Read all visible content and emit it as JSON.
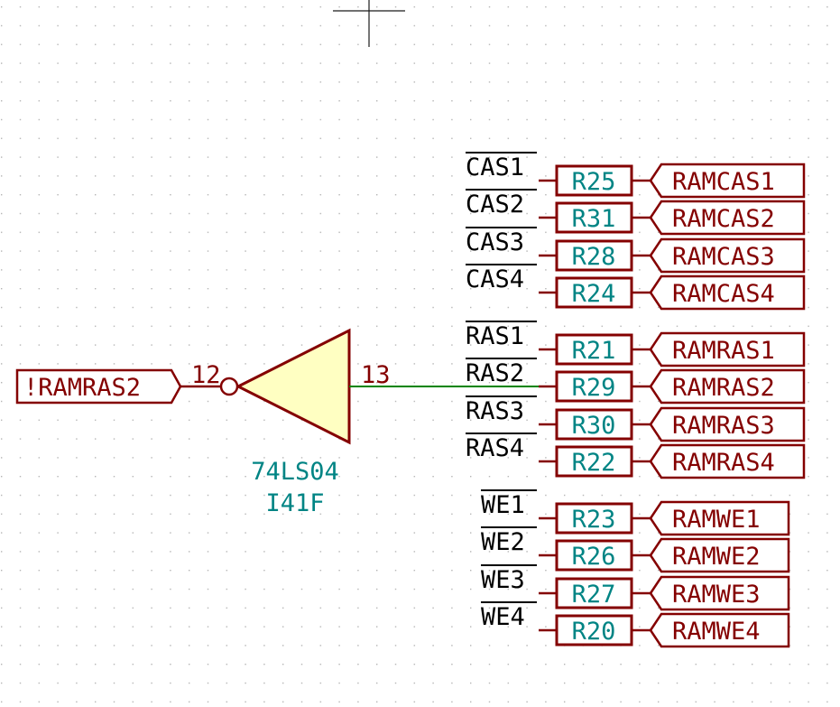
{
  "colors": {
    "background": "#ffffff",
    "grid": "#b4b4b4",
    "component": "#840000",
    "gate_fill": "#ffffc2",
    "reference": "#008484",
    "wire": "#008400",
    "cursor": "#1a1a1a"
  },
  "gate": {
    "value": "74LS04",
    "reference": "I41F",
    "input_pin": "12",
    "output_pin": "13"
  },
  "input_label": "!RAMRAS2",
  "rows": [
    {
      "signal": "CAS1",
      "resistor": "R25",
      "label": "RAMCAS1"
    },
    {
      "signal": "CAS2",
      "resistor": "R31",
      "label": "RAMCAS2"
    },
    {
      "signal": "CAS3",
      "resistor": "R28",
      "label": "RAMCAS3"
    },
    {
      "signal": "CAS4",
      "resistor": "R24",
      "label": "RAMCAS4"
    },
    {
      "signal": "RAS1",
      "resistor": "R21",
      "label": "RAMRAS1"
    },
    {
      "signal": "RAS2",
      "resistor": "R29",
      "label": "RAMRAS2"
    },
    {
      "signal": "RAS3",
      "resistor": "R30",
      "label": "RAMRAS3"
    },
    {
      "signal": "RAS4",
      "resistor": "R22",
      "label": "RAMRAS4"
    },
    {
      "signal": "WE1",
      "resistor": "R23",
      "label": "RAMWE1"
    },
    {
      "signal": "WE2",
      "resistor": "R26",
      "label": "RAMWE2"
    },
    {
      "signal": "WE3",
      "resistor": "R27",
      "label": "RAMWE3"
    },
    {
      "signal": "WE4",
      "resistor": "R20",
      "label": "RAMWE4"
    }
  ]
}
